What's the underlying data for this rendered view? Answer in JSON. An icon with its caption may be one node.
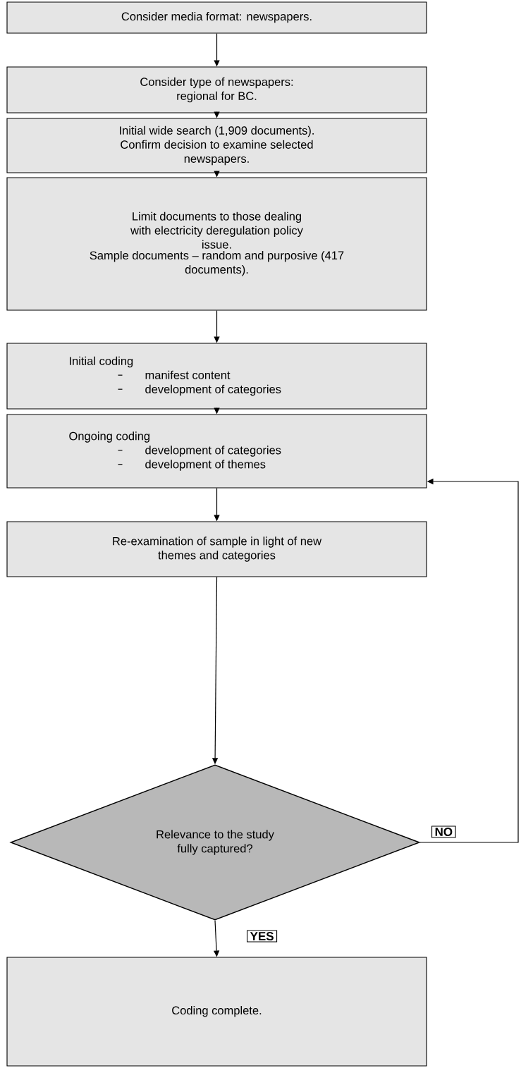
{
  "diagram": {
    "nodes": [
      {
        "text": [
          "Consider media format: newspapers."
        ]
      },
      {
        "text": [
          "Consider type of newspapers: regional for BC."
        ]
      },
      {
        "text": [
          "Initial wide search (1,909 documents). Confirm decision to examine selected newspapers."
        ]
      },
      {
        "text": [
          "Limit documents to those dealing with electricity deregulation policy issue.",
          "Sample documents – random and purposive (417 documents)."
        ]
      },
      {
        "text": [
          "Initial coding",
          "manifest content",
          "development of categories"
        ]
      },
      {
        "text": [
          "Ongoing coding",
          "development of categories",
          "development of themes"
        ]
      },
      {
        "text": [
          "Re-examination of sample in light of new themes and categories"
        ]
      },
      {
        "text": [
          "Relevance to the study fully captured?"
        ]
      },
      {
        "text": [
          "Coding complete."
        ]
      }
    ],
    "edges": [
      {
        "from": 0,
        "to": 1,
        "arrow": "to"
      },
      {
        "from": 1,
        "to": 2,
        "arrow": "to"
      },
      {
        "from": 2,
        "to": 3,
        "arrow": "to"
      },
      {
        "from": 3,
        "to": 4,
        "arrow": "to"
      },
      {
        "from": 4,
        "to": 5,
        "arrow": "to"
      },
      {
        "from": 5,
        "to": 6,
        "arrow": "to"
      },
      {
        "from": 6,
        "to": 7,
        "arrow": "to"
      },
      {
        "from": 7,
        "to": 8,
        "arrow": "to",
        "label": "YES"
      },
      {
        "from": 7,
        "to": 5,
        "arrow": "to",
        "label": "NO"
      }
    ]
  }
}
